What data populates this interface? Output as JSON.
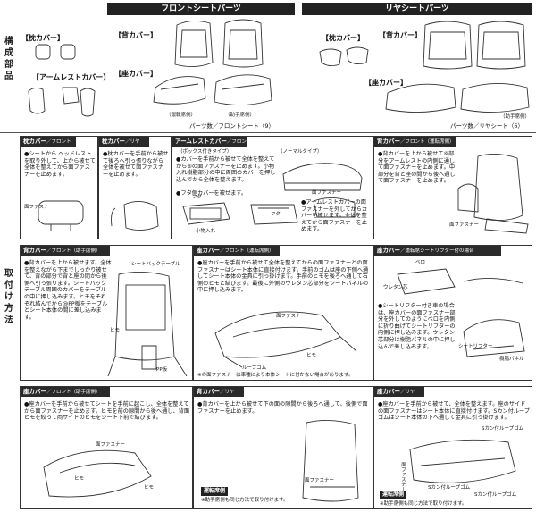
{
  "sections": {
    "front_title": "フロントシートパーツ",
    "rear_title": "リヤシートパーツ",
    "composition_label": [
      "構",
      "成",
      "部",
      "品"
    ],
    "installation_label": [
      "取",
      "付",
      "け",
      "方",
      "法"
    ]
  },
  "parts": {
    "front": {
      "headrest": "【枕カバー】",
      "backrest": "【背カバー】",
      "armrest": "【アームレストカバー】",
      "seat": "【座カバー】",
      "driver": "（運転席側）",
      "passenger": "（助手席側）",
      "count": "パーツ数／フロントシート（9）"
    },
    "rear": {
      "headrest": "【枕カバー】",
      "backrest": "【背カバー】",
      "seat": "【座カバー】",
      "passenger": "（助手席側）",
      "count": "パーツ数／リヤシート（6）"
    }
  },
  "steps": {
    "s1": {
      "title": "枕カバー",
      "sub": "／フロント",
      "text": "●シートから ヘッドレストを取り外して、上から被せて全体を整えてから面ファスナーを止めます。",
      "label": "面ファスナー"
    },
    "s2": {
      "title": "枕カバー",
      "sub": "／リヤ",
      "text": "●枕カバーを手前から被せて後ろへ引っ張りながら全体を被せて面ファスナーを止めます。"
    },
    "s3": {
      "title": "アームレストカバー",
      "sub": "／フロント",
      "box_type": "（ボックス付きタイプ）",
      "normal_type": "（ノーマルタイプ）",
      "text1": "●カバーを手前から被せて全体を整えてから⑤の面ファスナーを止めます。小物入れ樹脂部分の中に周囲のカバーを押し込んでから全体を整えます。",
      "text2": "●フタ側カバーを被せます。",
      "text3": "●アームレストカバーの面ファスナーを外してからカバーを被せます。全体を整えてから面ファスナーを止めます。",
      "lbl_futa": "フタ",
      "lbl_futa2": "フタ",
      "lbl_box": "小物入れ",
      "lbl_fastener": "面ファスナー"
    },
    "s4": {
      "title": "背カバー",
      "sub": "／フロント（運転席側）",
      "text": "●背カバーを上から被せて⑨部分をアームレストの内側に通して面ファスナーを止めます。中部分を背と座の間から後へ通して面ファスナーを止めます。",
      "lbl": "面ファスナー"
    },
    "s5": {
      "title": "背カバー",
      "sub": "／フロント（助手席側）",
      "text": "●背カバーを上から被せます。全体を整えながら下までしっかり被せて、背の部分で背と座の間から後側へ引っ張ります。シートバックテーブル周囲のカバーをテーブルの中に押し込みます。ヒモをそれぞれ結んでから@PP板をテーブルとシート本体の間に差し込みます。",
      "lbl_table": "シートバックテーブル",
      "lbl_himo": "ヒモ",
      "lbl_pp": "PP板"
    },
    "s6": {
      "title": "座カバー",
      "sub": "／フロント（運転席側）",
      "text": "●座カバーを手前から被せて全体を整えてからの面ファスナーとの面ファスナーはシート本体に直接付けます。手前のゴムは座の下側へ通してシート本体の金具に引っ掛けます。手前のヒモを後ろへ通して右側のヒモと結びます。最後に外側のウレタン芯部分をシートパネルの中に押し込みます。",
      "lbl_fastener": "面ファスナー",
      "lbl_loop": "ループゴム",
      "lbl_himo": "ヒモ",
      "note": "※の面ファスナーは車種により本体シートに付かない場合があります。"
    },
    "s7": {
      "title": "座カバー",
      "sub": "／運転席シートリフター付の場合",
      "lbl_bero": "ベロ",
      "lbl_uretan": "ウレタン芯",
      "text": "●シートリフター付き車の場合は、座カバーの面ファスナー部分を外してのようにベロを内側に折り曲げてシートリフターの内側に押し込みます。ウレタン芯部分は樹脂パネルの中に押し込んで差し込みます。",
      "lbl_lifter": "シートリフター",
      "lbl_panel": "樹脂パネル"
    },
    "s8": {
      "title": "座カバー",
      "sub": "／フロント（助手席側）",
      "text": "●座カバーを手前から被せてシートを手前に起こし、全体を整えてから面ファスナーを止めます。ヒモを前の隙間から後へ通し、背面ヒモを絞って両サイドのヒモをシート下前で結びます。",
      "lbl_fastener": "面ファスナー",
      "lbl_himo": "ヒモ",
      "lbl_himo2": "ヒモ"
    },
    "s9": {
      "title": "背カバー",
      "sub": "／リヤ",
      "text": "●背カバーを上から被せて下の面の隙間から後ろへ通して、後側で面ファスナーを止めます。",
      "lbl": "面ファスナー",
      "note_title": "運転席側",
      "note": "※助手席側も同じ方法で取り付けます。"
    },
    "s10": {
      "title": "座カバー",
      "sub": "／リヤ",
      "text": "●座カバーを手前から被せて、全体を整えます。座のサイドの面ファスナーはシート本体に直接付けます。Sカン付ループゴムはシート本体の下へ通して金具に引っ掛けます。",
      "lbl_fastener": "面ファスナー",
      "lbl_s1": "Sカン付ループゴム",
      "lbl_s2": "Sカン付ループゴム",
      "lbl_s3": "Sカン付ループゴム",
      "note_title": "運転席側",
      "note": "※助手席側も同じ方法で取り付けます。"
    }
  }
}
